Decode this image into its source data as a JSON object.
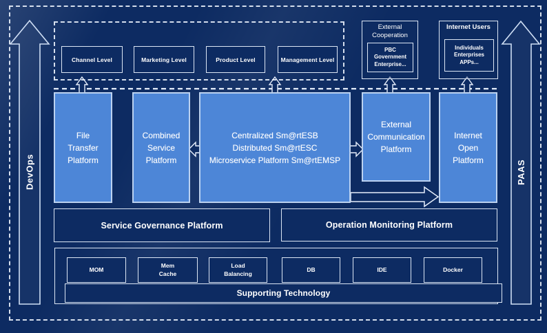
{
  "colors": {
    "background": "#0d2b62",
    "platform_blue": "#4d86d7",
    "line_white": "#dde7f5"
  },
  "side_rails": {
    "left_label": "DevOps",
    "right_label": "PAAS"
  },
  "top_band": {
    "levels": [
      "Channel Level",
      "Marketing Level",
      "Product Level",
      "Management Level"
    ],
    "external_cooperation": {
      "title": "External\nCooperation",
      "body": "PBC Government\nEnterprise..."
    },
    "internet_users": {
      "title": "Internet Users",
      "body": "Individuals\nEnterprises\nAPPs..."
    }
  },
  "platform_row": {
    "file_transfer": "File\nTransfer\nPlatform",
    "combined_service": "Combined\nService\nPlatform",
    "esb_center": "Centralized Sm@rtESB\nDistributed Sm@rtESC\nMicroservice Platform Sm@rtEMSP",
    "external_communication": "External\nCommunication\nPlatform",
    "internet_open": "Internet\nOpen\nPlatform"
  },
  "middle_row": {
    "governance": "Service Governance Platform",
    "monitoring": "Operation Monitoring Platform"
  },
  "supporting": {
    "items": [
      "MOM",
      "Mem\nCache",
      "Load\nBalancing",
      "DB",
      "IDE",
      "Docker"
    ],
    "label": "Supporting Technology"
  }
}
